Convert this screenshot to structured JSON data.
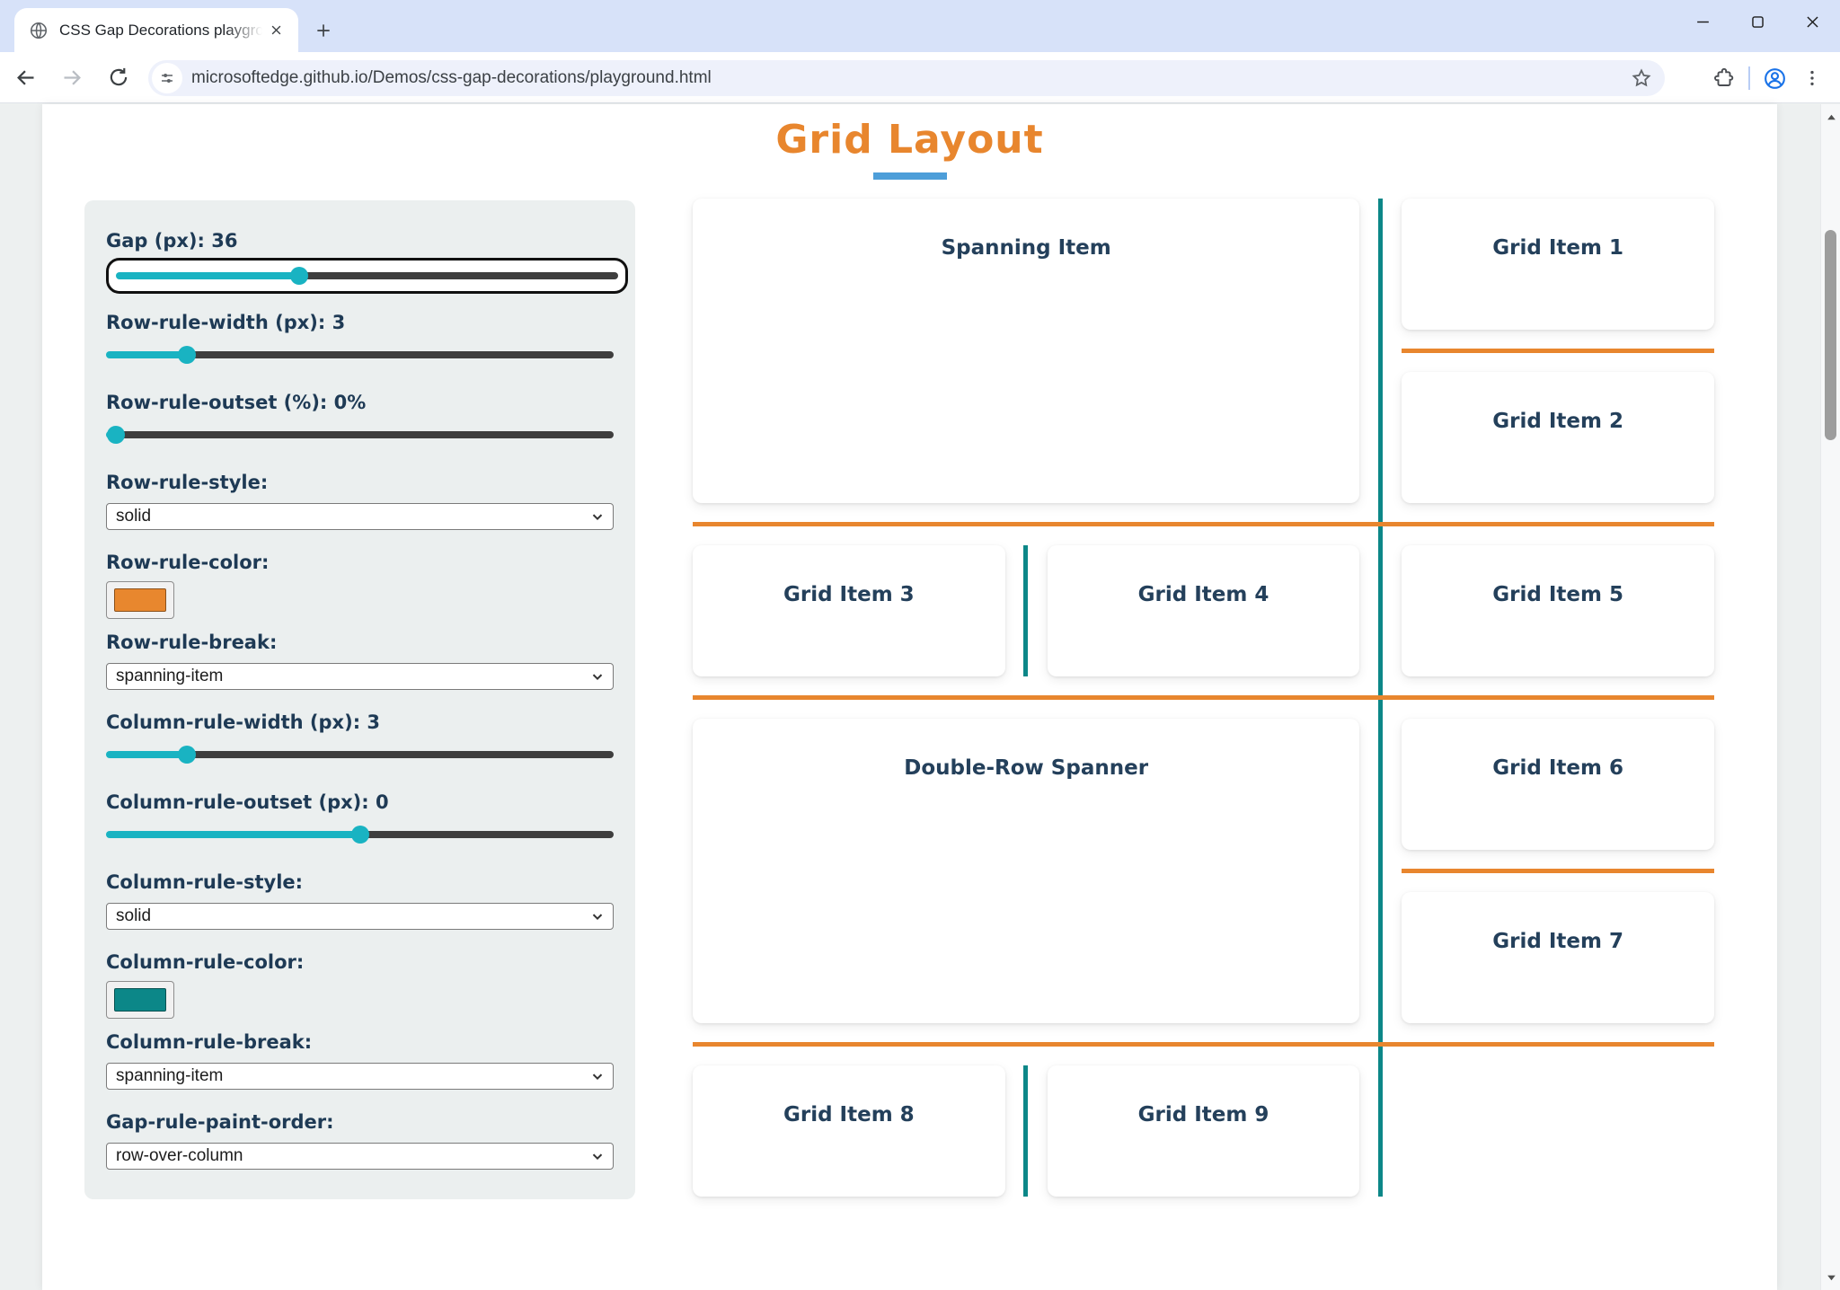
{
  "browser": {
    "tab_title": "CSS Gap Decorations playgroun",
    "url": "microsoftedge.github.io/Demos/css-gap-decorations/playground.html"
  },
  "page": {
    "title": "Grid Layout"
  },
  "colors": {
    "title_orange": "#e8862e",
    "underline_blue": "#4d9ed9",
    "row_rule_orange": "#e8862e",
    "column_rule_teal": "#0c8788",
    "slider_teal": "#19b3c2"
  },
  "panel": {
    "controls": [
      {
        "type": "slider",
        "label": "Gap (px): 36",
        "fill_pct": "36.5%",
        "focused": true
      },
      {
        "type": "slider",
        "label": "Row-rule-width (px): 3",
        "fill_pct": "16%"
      },
      {
        "type": "slider",
        "label": "Row-rule-outset (%): 0%",
        "fill_pct": "2%"
      },
      {
        "type": "select",
        "label": "Row-rule-style:",
        "value": "solid"
      },
      {
        "type": "color",
        "label": "Row-rule-color:",
        "value": "#e8872e"
      },
      {
        "type": "select",
        "label": "Row-rule-break:",
        "value": "spanning-item"
      },
      {
        "type": "slider",
        "label": "Column-rule-width (px): 3",
        "fill_pct": "16%"
      },
      {
        "type": "slider",
        "label": "Column-rule-outset (px): 0",
        "fill_pct": "50%"
      },
      {
        "type": "select",
        "label": "Column-rule-style:",
        "value": "solid"
      },
      {
        "type": "color",
        "label": "Column-rule-color:",
        "value": "#0c8788"
      },
      {
        "type": "select",
        "label": "Column-rule-break:",
        "value": "spanning-item"
      },
      {
        "type": "select",
        "label": "Gap-rule-paint-order:",
        "value": "row-over-column"
      }
    ]
  },
  "grid": {
    "items": [
      {
        "label": "Spanning Item"
      },
      {
        "label": "Grid Item 1"
      },
      {
        "label": "Grid Item 2"
      },
      {
        "label": "Grid Item 3"
      },
      {
        "label": "Grid Item 4"
      },
      {
        "label": "Grid Item 5"
      },
      {
        "label": "Double-Row Spanner"
      },
      {
        "label": "Grid Item 6"
      },
      {
        "label": "Grid Item 7"
      },
      {
        "label": "Grid Item 8"
      },
      {
        "label": "Grid Item 9"
      }
    ]
  }
}
